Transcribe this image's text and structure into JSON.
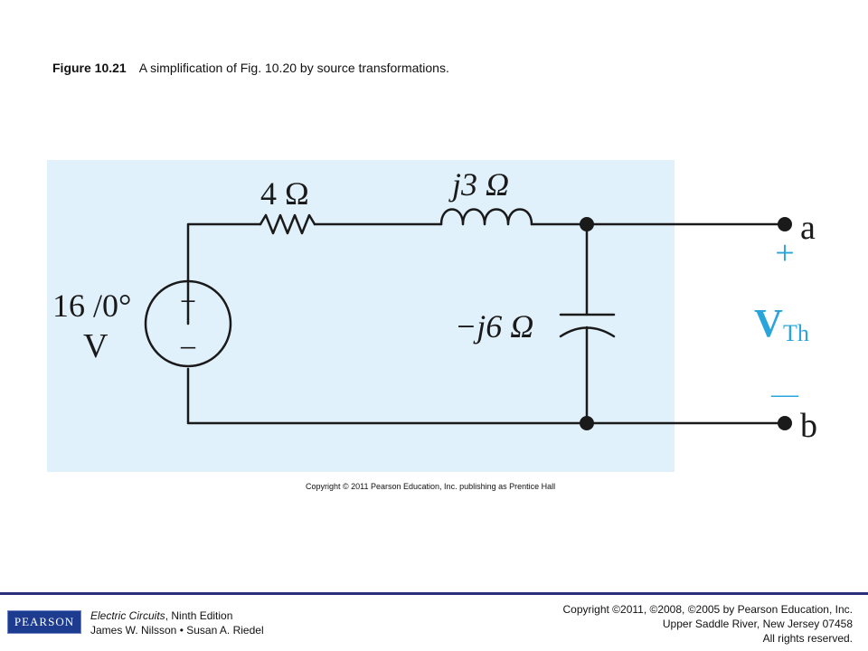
{
  "caption": {
    "figure_label": "Figure 10.21",
    "text": "A simplification of Fig. 10.20 by source transformations."
  },
  "circuit": {
    "resistor_label": "4 Ω",
    "inductor_label": "j3 Ω",
    "capacitor_label": "−j6 Ω",
    "source_value": "16 /0°",
    "source_unit": "V",
    "source_plus": "+",
    "source_minus": "–",
    "terminal_a": "a",
    "terminal_b": "b",
    "vth_plus": "+",
    "vth_minus": "—",
    "vth_main": "V",
    "vth_sub": "Th",
    "accent_color": "#2aa5dc"
  },
  "figure_copyright": "Copyright © 2011 Pearson Education, Inc. publishing as Prentice Hall",
  "footer": {
    "logo_text": "PEARSON",
    "book_title": "Electric Circuits",
    "book_edition": ", Ninth Edition",
    "authors": "James W. Nilsson • Susan A. Riedel",
    "copyright_line1": "Copyright ©2011, ©2008, ©2005 by Pearson Education, Inc.",
    "copyright_line2": "Upper Saddle River, New Jersey 07458",
    "copyright_line3": "All rights reserved."
  }
}
